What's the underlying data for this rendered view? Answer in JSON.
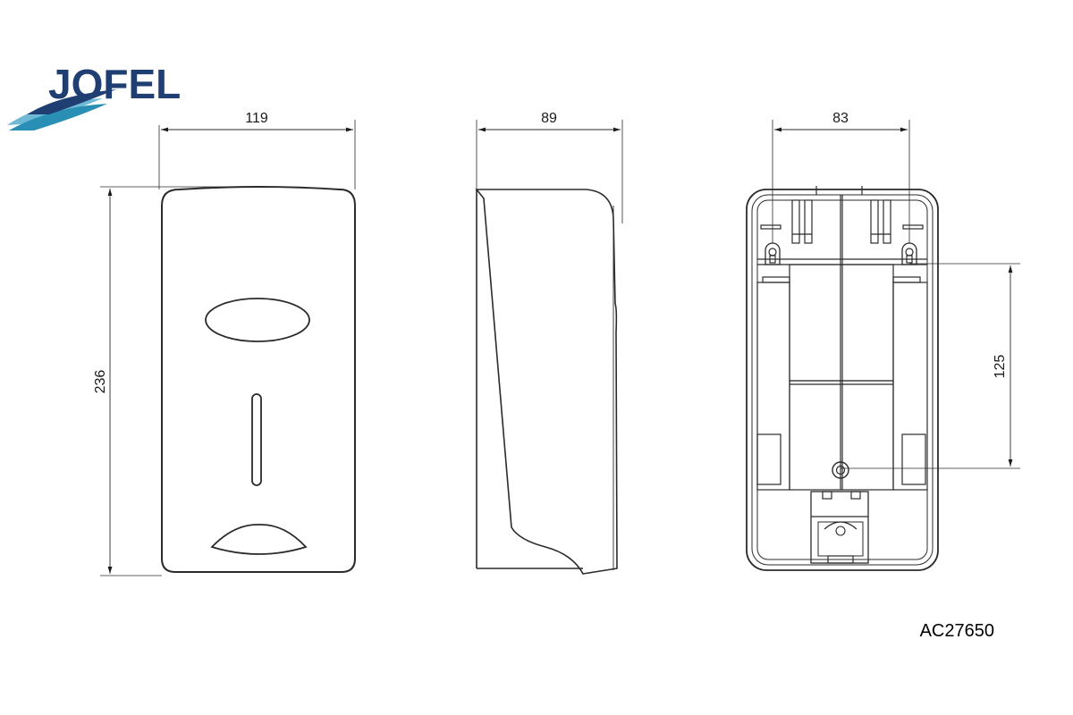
{
  "brand": {
    "name": "JOFEL",
    "color": "#1f3f73",
    "wave_colors": [
      "#2a8fb5",
      "#1f3f73",
      "#6fb9d6"
    ]
  },
  "dimensions": {
    "front_width": "119",
    "front_height": "236",
    "side_depth": "89",
    "back_hole_spacing": "83",
    "back_vertical_spacing": "125"
  },
  "product_code": "AC27650",
  "colors": {
    "line": "#2b2b2b",
    "dim_line": "#1a1a1a"
  }
}
